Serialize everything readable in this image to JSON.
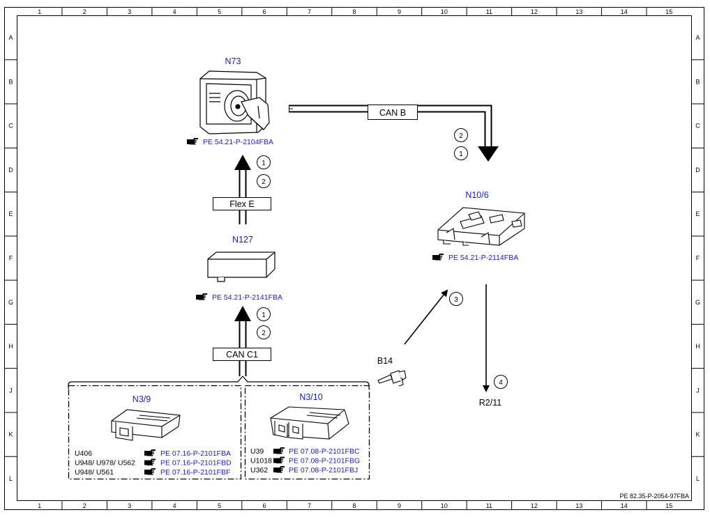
{
  "frame": {
    "columns": [
      "1",
      "2",
      "3",
      "4",
      "5",
      "6",
      "7",
      "8",
      "9",
      "10",
      "11",
      "12",
      "13",
      "14",
      "15"
    ],
    "rows": [
      "A",
      "B",
      "C",
      "D",
      "E",
      "F",
      "G",
      "H",
      "J",
      "K",
      "L"
    ],
    "doc_ref": "PE 82.35-P-2054-97FBA"
  },
  "components": {
    "n73": {
      "name": "N73",
      "ref": "PE 54.21-P-2104FBA"
    },
    "n127": {
      "name": "N127",
      "ref": "PE 54.21-P-2141FBA"
    },
    "n10_6": {
      "name": "N10/6",
      "ref": "PE 54.21-P-2114FBA"
    },
    "n3_9": {
      "name": "N3/9",
      "rows": [
        {
          "label": "U406",
          "ref": "PE 07.16-P-2101FBA"
        },
        {
          "label": "U948/ U978/ U562",
          "ref": "PE 07.16-P-2101FBD"
        },
        {
          "label": "U948/ U561",
          "ref": "PE 07.16-P-2101FBF"
        }
      ]
    },
    "n3_10": {
      "name": "N3/10",
      "rows": [
        {
          "label": "U39",
          "ref": "PE 07.08-P-2101FBC"
        },
        {
          "label": "U1018",
          "ref": "PE 07.08-P-2101FBG"
        },
        {
          "label": "U362",
          "ref": "PE 07.08-P-2101FBJ"
        }
      ]
    },
    "b14": {
      "name": "B14"
    },
    "r2_11": {
      "name": "R2/11"
    }
  },
  "buses": {
    "can_b": "CAN B",
    "flex_e": "Flex E",
    "can_c1": "CAN C1"
  },
  "markers": {
    "m1": "1",
    "m2": "2",
    "m3": "3",
    "m4": "4"
  },
  "colors": {
    "link_blue": "#1a1adb",
    "line": "#000000"
  },
  "icons": {
    "reference": "pointing-hand-icon"
  }
}
